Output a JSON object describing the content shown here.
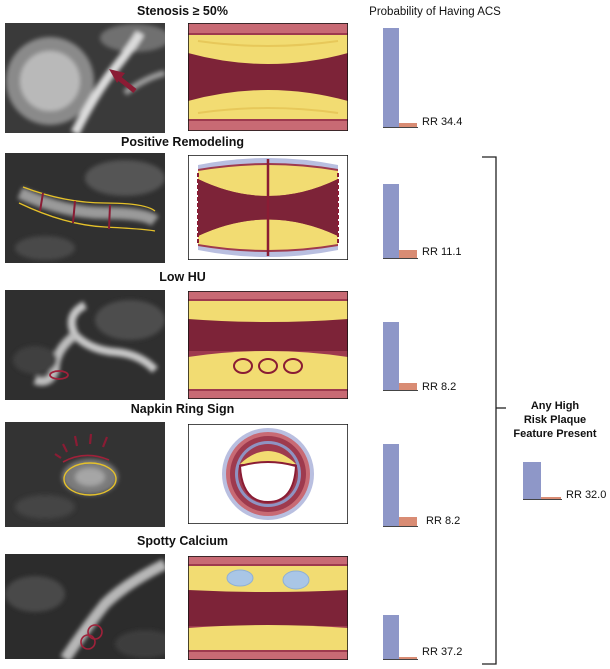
{
  "probability_header": "Probability of Having ACS",
  "rows": [
    {
      "title": "Stenosis ≥ 50%",
      "rr_label": "RR 34.4"
    },
    {
      "title": "Positive Remodeling",
      "rr_label": "RR 11.1"
    },
    {
      "title": "Low HU",
      "rr_label": "RR 8.2"
    },
    {
      "title": "Napkin Ring Sign",
      "rr_label": "RR 8.2"
    },
    {
      "title": "Spotty Calcium",
      "rr_label": "RR 37.2"
    }
  ],
  "group": {
    "label_lines": [
      "Any High",
      "Risk Plaque",
      "Feature Present"
    ],
    "rr_label": "RR 32.0"
  },
  "colors": {
    "blue_bar": "#8e97c8",
    "orange_bar": "#d98c74",
    "plaque_yellow": "#f2dc72",
    "vessel_wall": "#9e3a4e",
    "lumen": "#7d2338",
    "marker": "#8a1c34",
    "calcium": "#a9c6e6"
  }
}
